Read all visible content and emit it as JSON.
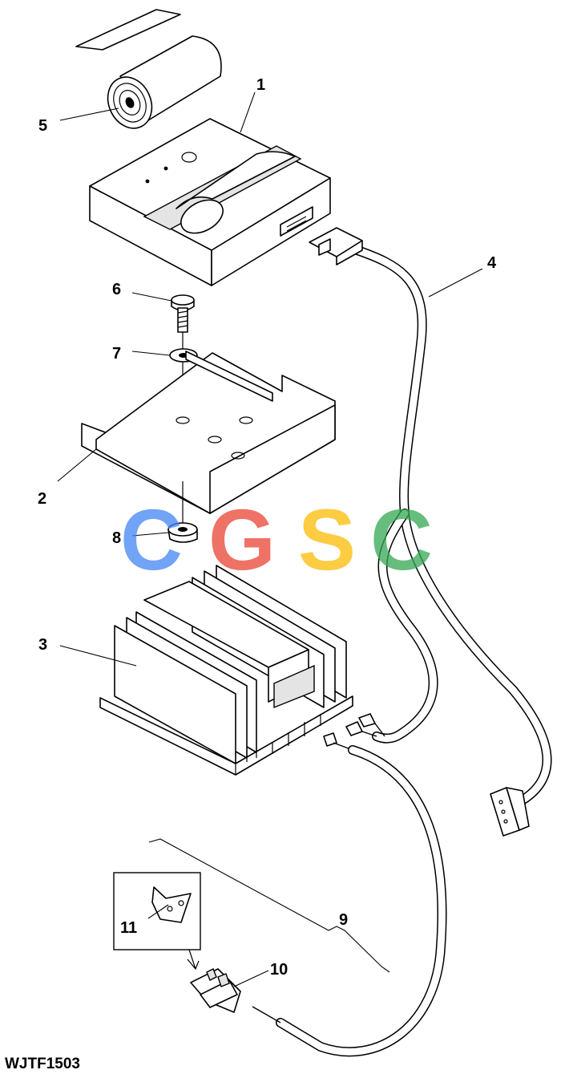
{
  "drawing_id": "WJTF1503",
  "callouts": [
    "1",
    "2",
    "3",
    "4",
    "5",
    "6",
    "7",
    "8",
    "9",
    "10",
    "11"
  ],
  "watermark": {
    "letters": [
      "C",
      "G",
      "S",
      "C"
    ],
    "colors": [
      "#4285F4",
      "#EA4335",
      "#FBBC05",
      "#34A853"
    ]
  }
}
